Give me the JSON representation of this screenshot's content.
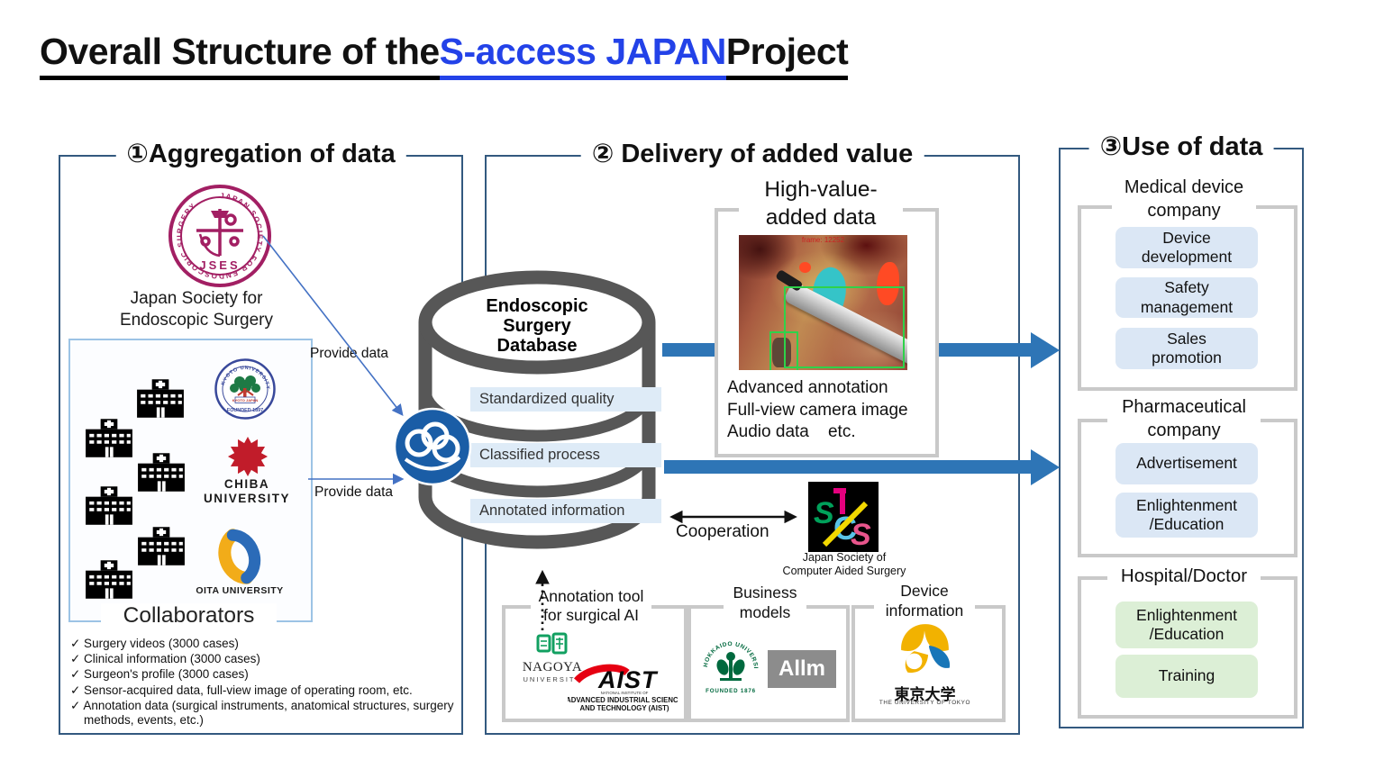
{
  "title": {
    "part1": "Overall Structure of the ",
    "highlight": "S-access JAPAN ",
    "part2": "Project"
  },
  "colors": {
    "highlight_blue": "#2342e8",
    "section_border": "#33597f",
    "big_arrow_blue": "#2e75b6",
    "thin_arrow_blue": "#4472c4",
    "db_band_blue": "#deebf7",
    "item_blue": "#dbe7f5",
    "item_green": "#dcefd6",
    "bracket_gray": "#c9c9c9",
    "db_gray": "#575757",
    "jses_magenta": "#a21f63",
    "chiba_red": "#c11c2a",
    "hokkaido_green": "#00693e"
  },
  "aggregation": {
    "heading": "①Aggregation of data",
    "jses_rim_text": "JAPAN SOCIETY FOR ENDOSCOPIC SURGERY",
    "jses_acronym": "JSES",
    "jses_name": "Japan Society for Endoscopic Surgery",
    "provide_data_top": "Provide data",
    "provide_data_bottom": "Provide data",
    "collaborators_label": "Collaborators",
    "kyoto_rim_text": "KYOTO UNIVERSITY",
    "kyoto_founded": "FOUNDED 1897",
    "kyoto_banner": "KYOTO JAPAN",
    "chiba_name": "CHIBA UNIVERSITY",
    "oita_name": "OITA UNIVERSITY",
    "checklist": [
      "✓ Surgery videos (3000 cases)",
      "✓ Clinical information (3000 cases)",
      "✓ Surgeon's profile (3000 cases)",
      "✓ Sensor-acquired data, full-view image of operating room, etc.",
      "✓ Annotation data (surgical instruments, anatomical structures, surgery methods, events, etc.)"
    ]
  },
  "database": {
    "title_lines": [
      "Endoscopic",
      "Surgery",
      "Database"
    ],
    "bands": [
      "Standardized quality",
      "Classified process",
      "Annotated information"
    ]
  },
  "delivery": {
    "heading": "② Delivery of added value",
    "high_value_title_line1": "High-value-",
    "high_value_title_line2": "added data",
    "frame_label": "frame: 12252",
    "features": [
      "Advanced annotation",
      "Full-view camera image",
      "Audio data    etc."
    ],
    "cooperation_label": "Cooperation",
    "jscas_letters": "SCS C",
    "jscas_caption_line1": "Japan Society of",
    "jscas_caption_line2": "Computer Aided Surgery",
    "tools": {
      "annotation": {
        "title": "Annotation tool for surgical AI"
      },
      "business": {
        "title": "Business models"
      },
      "device": {
        "title": "Device information"
      }
    },
    "logos": {
      "nagoya": {
        "name": "NAGOYA",
        "sub": "UNIVERSITY"
      },
      "aist": {
        "name": "AIST",
        "line1": "NATIONAL INSTITUTE OF",
        "line2": "ADVANCED INDUSTRIAL SCIENCE",
        "line3": "AND TECHNOLOGY (AIST)"
      },
      "hokkaido": {
        "rim": "HOKKAIDO UNIVERSITY",
        "founded": "FOUNDED 1876"
      },
      "allm": {
        "name": "Allm"
      },
      "utokyo": {
        "kanji": "東京大学",
        "sub": "THE UNIVERSITY OF TOKYO"
      }
    }
  },
  "use": {
    "heading": "③Use of data",
    "groups": [
      {
        "title": "Medical device company",
        "items": [
          {
            "lines": [
              "Device",
              "development"
            ]
          },
          {
            "lines": [
              "Safety",
              "management"
            ]
          },
          {
            "lines": [
              "Sales",
              "promotion"
            ]
          }
        ]
      },
      {
        "title": "Pharmaceutical company",
        "items": [
          {
            "lines": [
              "Advertisement"
            ]
          },
          {
            "lines": [
              "Enlightenment",
              "/Education"
            ]
          }
        ]
      },
      {
        "title": "Hospital/Doctor",
        "items": [
          {
            "lines": [
              "Enlightenment",
              "/Education"
            ]
          },
          {
            "lines": [
              "Training"
            ]
          }
        ]
      }
    ]
  }
}
